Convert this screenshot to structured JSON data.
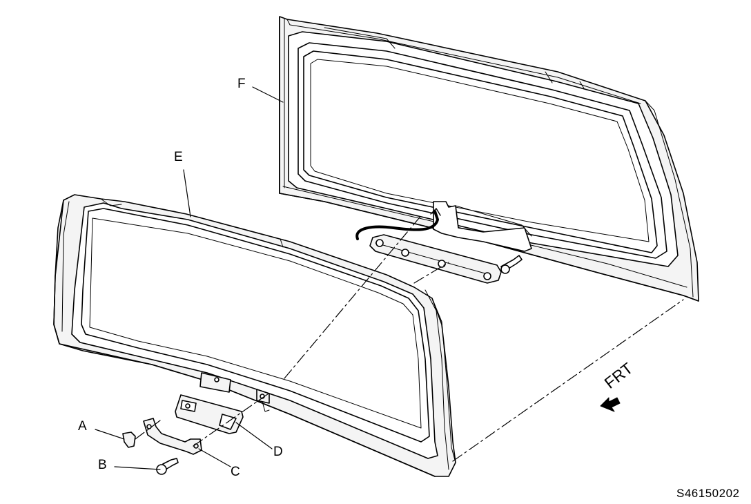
{
  "callouts": {
    "a": "A",
    "b": "B",
    "c": "C",
    "d": "D",
    "e": "E",
    "f": "F"
  },
  "direction": {
    "label": "FRT",
    "icon": "arrow-left-icon"
  },
  "figure_code": "S46150202",
  "colors": {
    "line": "#000000",
    "fill": "#f4f4f4",
    "background": "#ffffff"
  }
}
